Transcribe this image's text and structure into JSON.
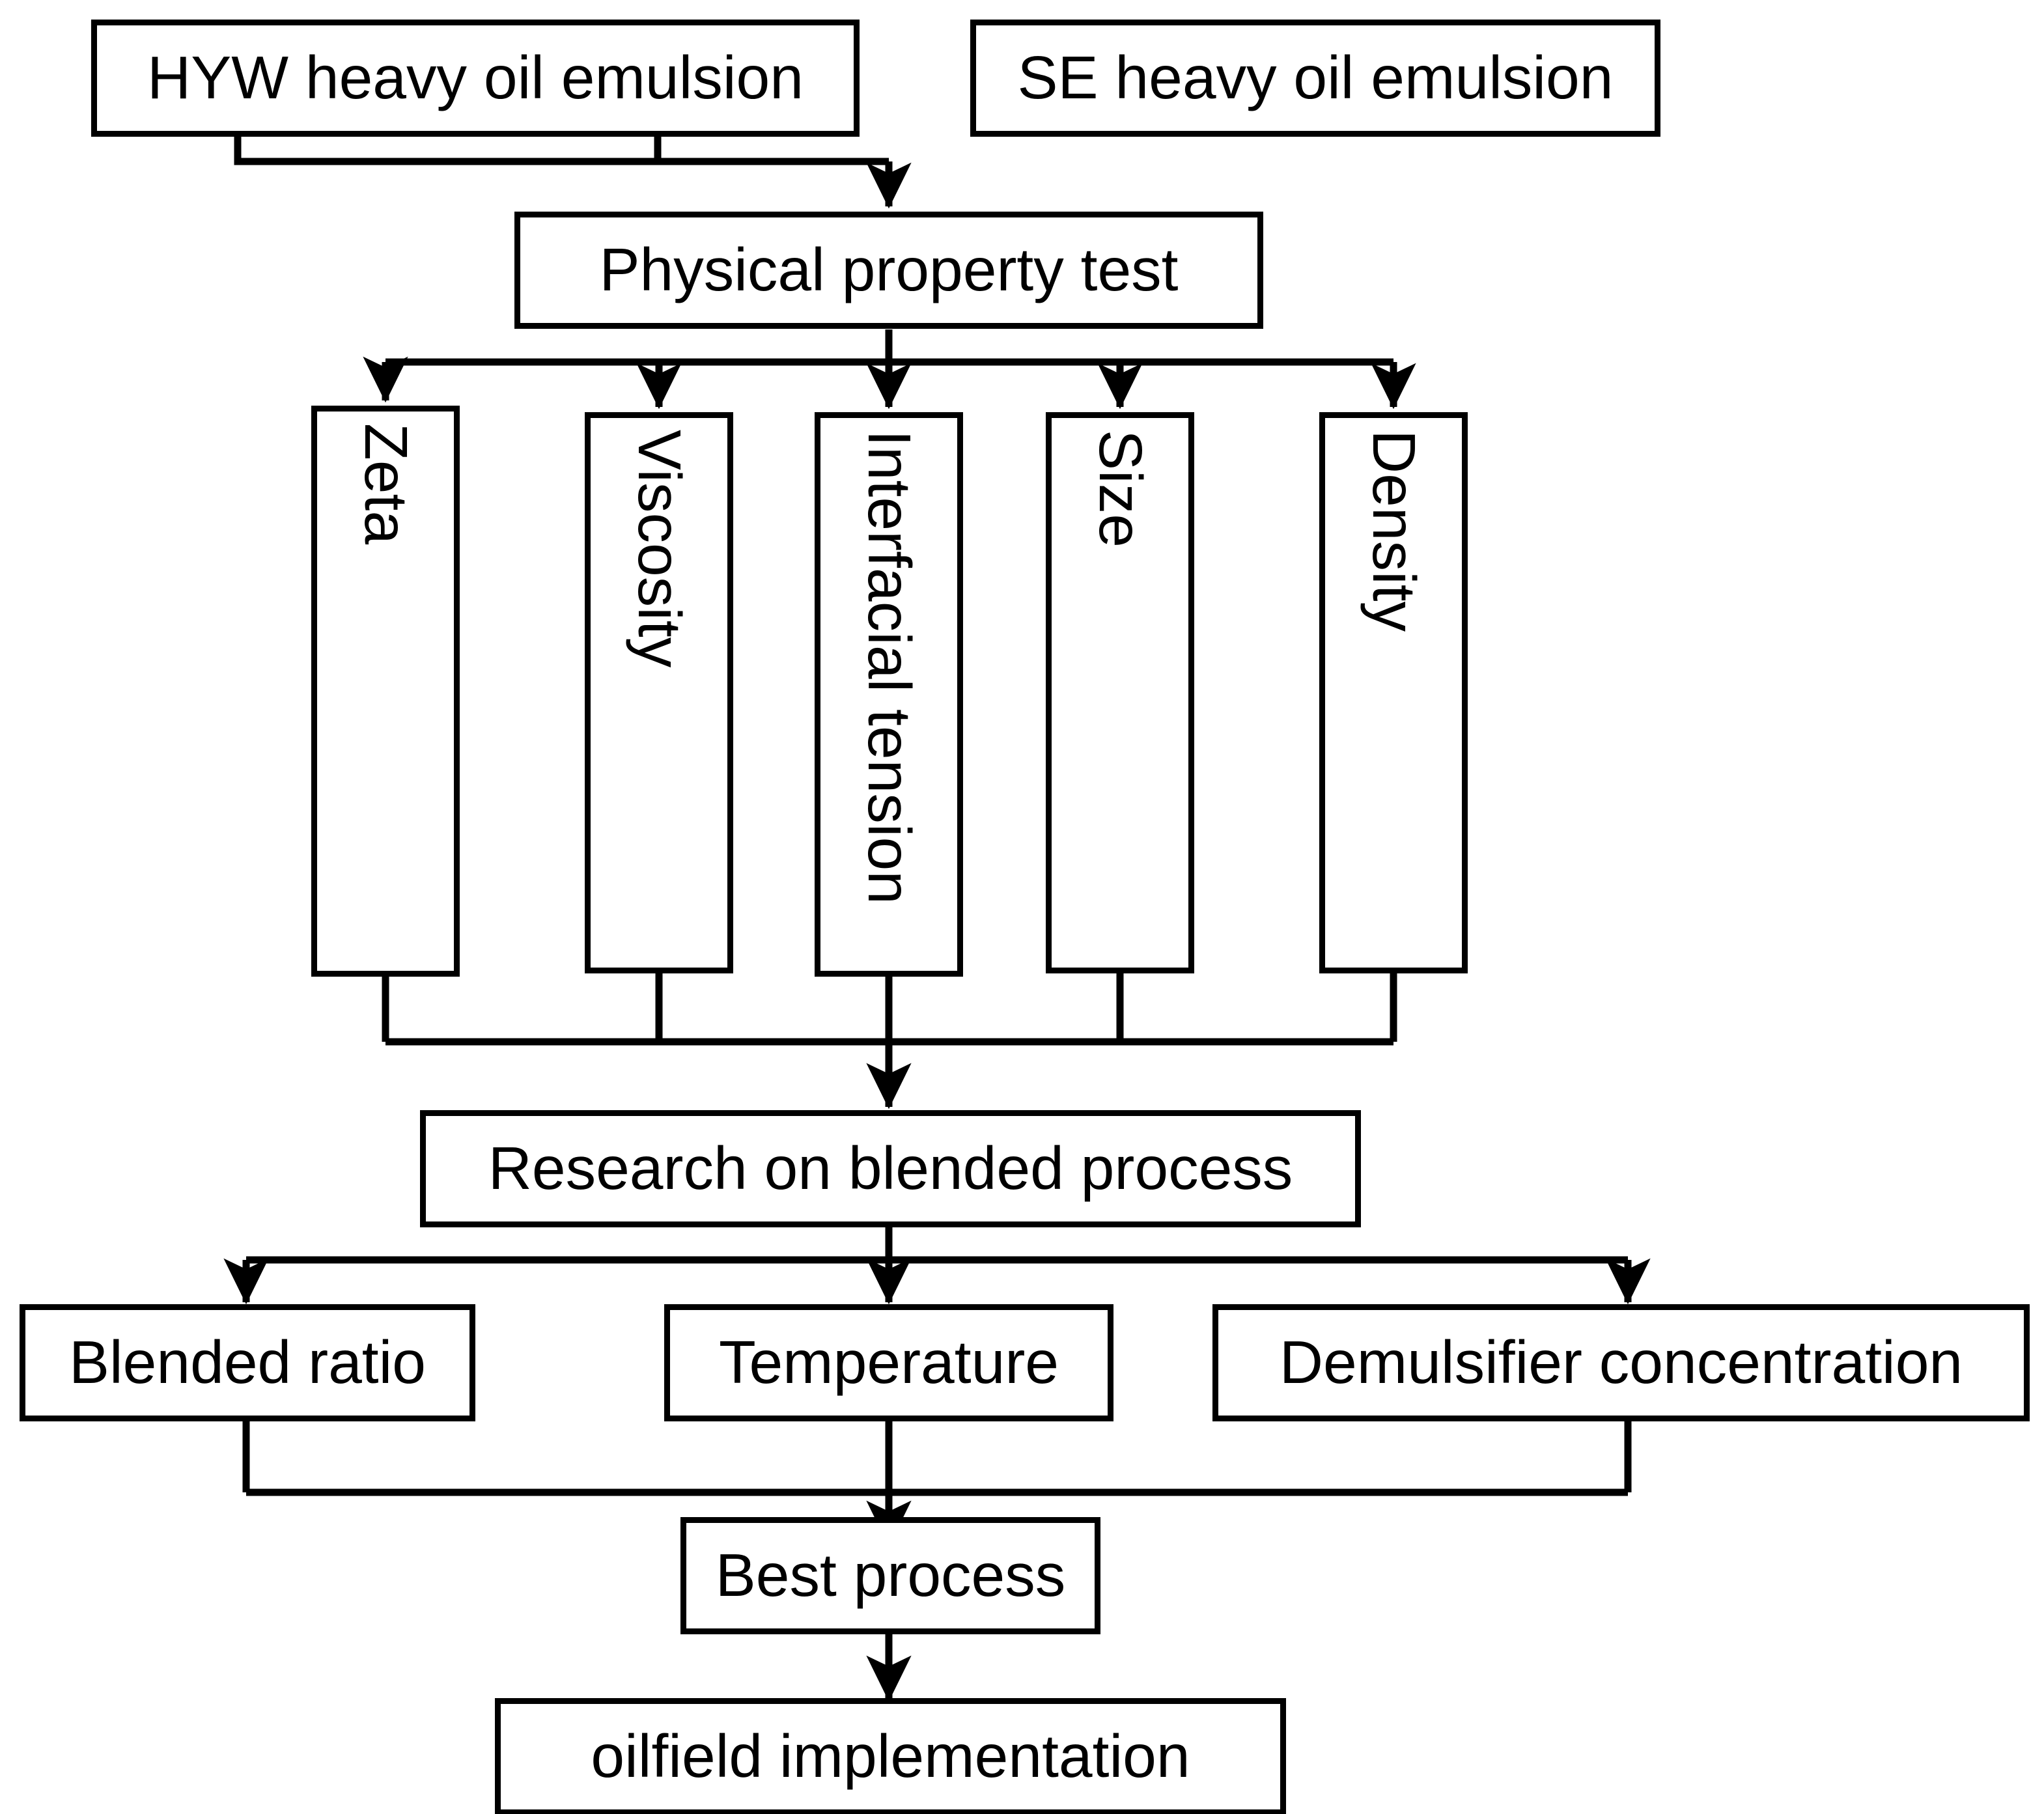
{
  "diagram": {
    "title": "Heavy oil emulsion blended process research flowchart",
    "type": "flowchart",
    "colors": {
      "stroke": "#000000",
      "fill": "#ffffff",
      "text": "#000000"
    },
    "nodes": {
      "hyw_emulsion": "HYW heavy oil emulsion",
      "se_emulsion": "SE heavy oil emulsion",
      "physical_property_test": "Physical property test",
      "zeta": "Zeta",
      "viscosity": "Viscosity",
      "interfacial_tension": "Interfacial tension",
      "size": "Size",
      "density": "Density",
      "research_blended_process": "Research on blended process",
      "blended_ratio": "Blended ratio",
      "temperature": "Temperature",
      "demulsifier_concentration": "Demulsifier concentration",
      "best_process": "Best process",
      "oilfield_implementation": "oilfield implementation"
    },
    "edges": [
      {
        "from": "hyw_emulsion",
        "to": "physical_property_test"
      },
      {
        "from": "se_emulsion",
        "to": "physical_property_test"
      },
      {
        "from": "physical_property_test",
        "to": "zeta"
      },
      {
        "from": "physical_property_test",
        "to": "viscosity"
      },
      {
        "from": "physical_property_test",
        "to": "interfacial_tension"
      },
      {
        "from": "physical_property_test",
        "to": "size"
      },
      {
        "from": "physical_property_test",
        "to": "density"
      },
      {
        "from": "zeta",
        "to": "research_blended_process"
      },
      {
        "from": "viscosity",
        "to": "research_blended_process"
      },
      {
        "from": "interfacial_tension",
        "to": "research_blended_process"
      },
      {
        "from": "size",
        "to": "research_blended_process"
      },
      {
        "from": "density",
        "to": "research_blended_process"
      },
      {
        "from": "research_blended_process",
        "to": "blended_ratio"
      },
      {
        "from": "research_blended_process",
        "to": "temperature"
      },
      {
        "from": "research_blended_process",
        "to": "demulsifier_concentration"
      },
      {
        "from": "blended_ratio",
        "to": "best_process"
      },
      {
        "from": "temperature",
        "to": "best_process"
      },
      {
        "from": "demulsifier_concentration",
        "to": "best_process"
      },
      {
        "from": "best_process",
        "to": "oilfield_implementation"
      }
    ]
  }
}
